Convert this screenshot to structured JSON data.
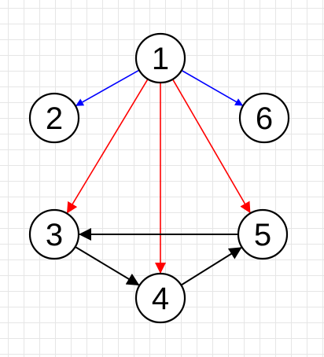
{
  "colors": {
    "blue": "#0000ff",
    "red": "#ff0000",
    "black": "#000000"
  },
  "nodes": [
    {
      "id": "1",
      "label": "1"
    },
    {
      "id": "2",
      "label": "2"
    },
    {
      "id": "3",
      "label": "3"
    },
    {
      "id": "4",
      "label": "4"
    },
    {
      "id": "5",
      "label": "5"
    },
    {
      "id": "6",
      "label": "6"
    }
  ],
  "edges": [
    {
      "from": "1",
      "to": "2",
      "color": "blue"
    },
    {
      "from": "1",
      "to": "6",
      "color": "blue"
    },
    {
      "from": "1",
      "to": "3",
      "color": "red"
    },
    {
      "from": "1",
      "to": "4",
      "color": "red"
    },
    {
      "from": "1",
      "to": "5",
      "color": "red"
    },
    {
      "from": "5",
      "to": "3",
      "color": "black"
    },
    {
      "from": "3",
      "to": "4",
      "color": "black"
    },
    {
      "from": "4",
      "to": "5",
      "color": "black"
    }
  ]
}
